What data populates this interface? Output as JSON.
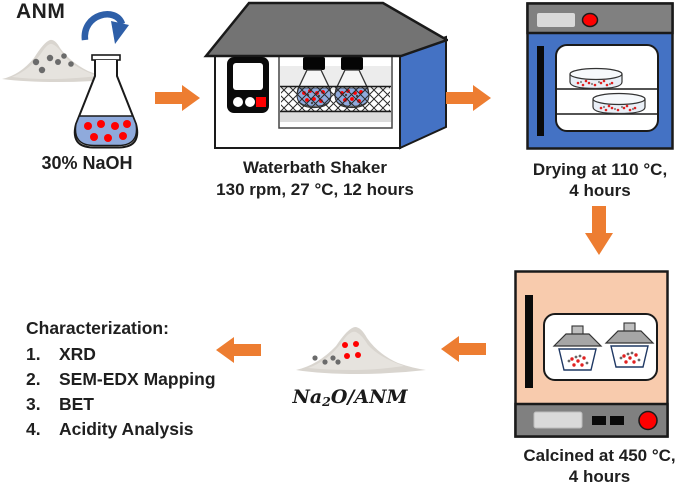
{
  "step1": {
    "material_label": "ANM",
    "solution_label": "30% NaOH"
  },
  "step2": {
    "title": "Waterbath Shaker",
    "conditions": "130 rpm, 27 °C, 12 hours"
  },
  "step3": {
    "line1": "Drying at 110 °C,",
    "line2": "4 hours"
  },
  "step4": {
    "line1": "Calcined at 450 °C,",
    "line2": "4 hours"
  },
  "product": {
    "prefix": "Na",
    "sub": "2",
    "suffix": "O/ANM"
  },
  "characterization": {
    "heading": "Characterization:",
    "items": [
      {
        "num": "1.",
        "label": "XRD"
      },
      {
        "num": "2.",
        "label": "SEM-EDX Mapping"
      },
      {
        "num": "3.",
        "label": "BET"
      },
      {
        "num": "4.",
        "label": "Acidity Analysis"
      }
    ]
  },
  "icons": {
    "pour_arrow": "curved-blue-arrow",
    "flow_arrow": "orange-block-arrow"
  },
  "palette": {
    "arrow_orange": "#ED7D31",
    "machine_blue": "#4472C4",
    "liquid_blue": "#8FAADC",
    "furnace_peach": "#F8CBAD",
    "panel_gray": "#808080",
    "roof_gray": "#737373",
    "accent_red": "#FF0000",
    "pour_arrow_blue": "#2E5FA8",
    "powder_gray": "#D9D5CF"
  }
}
